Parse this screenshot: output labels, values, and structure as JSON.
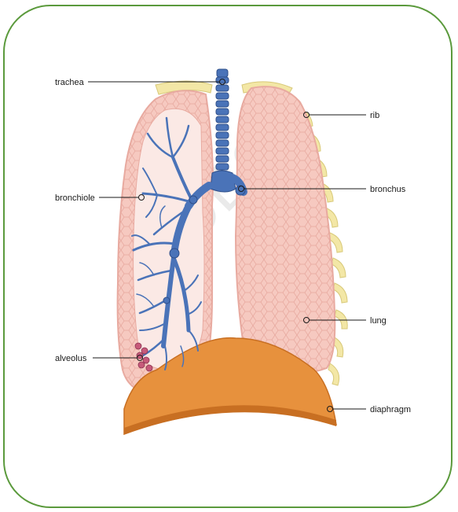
{
  "watermark": "DEO.",
  "colors": {
    "border": "#5b9a3c",
    "lung_fill": "#f6c9c0",
    "lung_cell": "#e8aaa0",
    "airway": "#4a73b8",
    "airway_dark": "#2f4f8a",
    "rib": "#f3e7a6",
    "diaphragm": "#e7913d",
    "alveolus": "#c75a7a"
  },
  "labels": {
    "trachea": "trachea",
    "rib": "rib",
    "bronchiole": "bronchiole",
    "bronchus": "bronchus",
    "lung": "lung",
    "alveolus": "alveolus",
    "diaphragm": "diaphragm"
  }
}
